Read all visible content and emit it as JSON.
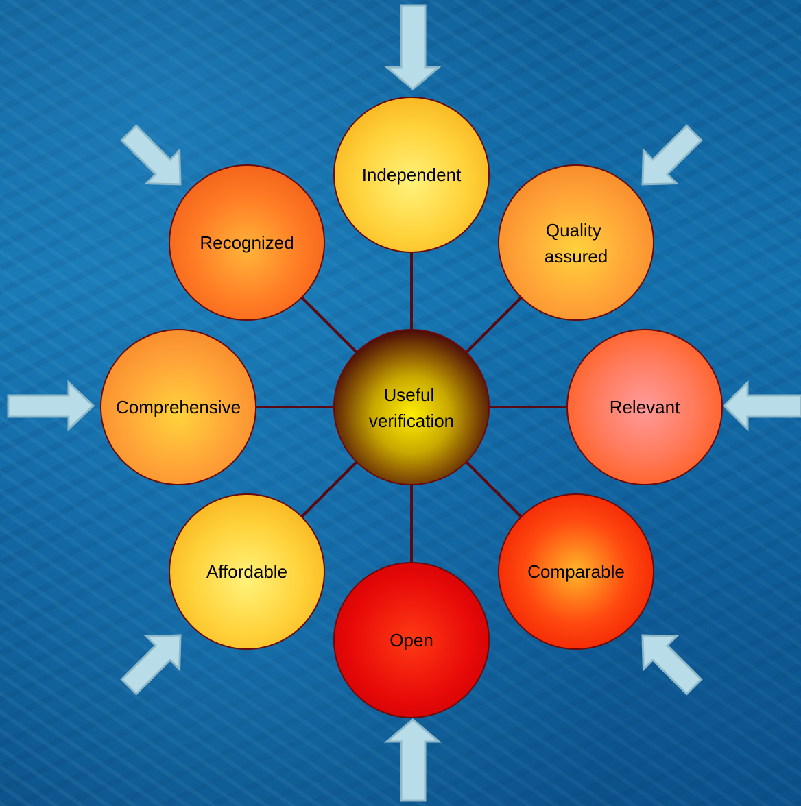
{
  "center": {
    "lines": [
      "Useful",
      "verification"
    ]
  },
  "nodes": [
    {
      "id": "independent",
      "lines": [
        "Independent"
      ]
    },
    {
      "id": "quality",
      "lines": [
        "Quality",
        "assured"
      ]
    },
    {
      "id": "relevant",
      "lines": [
        "Relevant"
      ]
    },
    {
      "id": "comparable",
      "lines": [
        "Comparable"
      ]
    },
    {
      "id": "open",
      "lines": [
        "Open"
      ]
    },
    {
      "id": "affordable",
      "lines": [
        "Affordable"
      ]
    },
    {
      "id": "comprehensive",
      "lines": [
        "Comprehensive"
      ]
    },
    {
      "id": "recognized",
      "lines": [
        "Recognized"
      ]
    }
  ],
  "colors": {
    "connector": "#5a0a12",
    "circle_border": "#6b0a0a",
    "arrow_fill": "#b9dde8",
    "arrow_stroke": "#8fb9c8"
  }
}
